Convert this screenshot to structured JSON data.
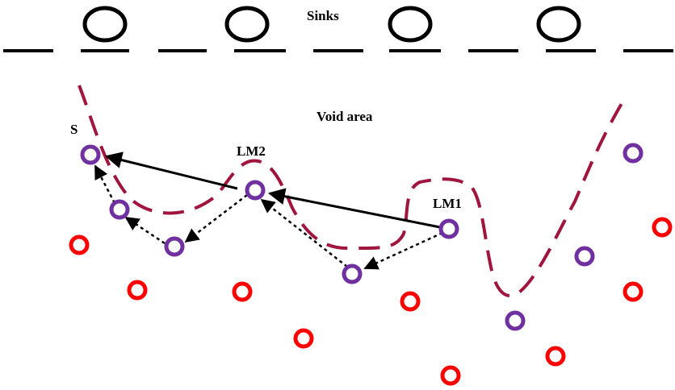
{
  "labels": {
    "sinks": "Sinks",
    "void_area": "Void area",
    "source": "S",
    "landmark_1": "LM1",
    "landmark_2": "LM2"
  },
  "colors": {
    "sink_line": "#000000",
    "purple_node": "#7030a0",
    "red_node": "#ff0000",
    "void_boundary": "#a0153e",
    "arrow": "#000000"
  },
  "legend_icons": {
    "sink": "sink-ring-icon",
    "purple_node": "purple-node-icon",
    "red_node": "red-node-icon"
  }
}
